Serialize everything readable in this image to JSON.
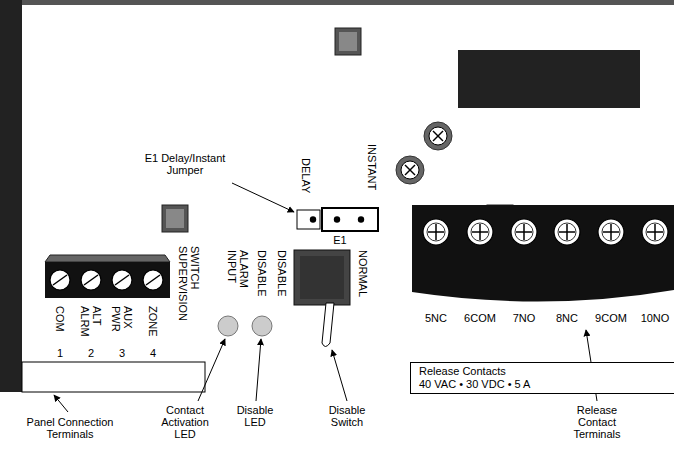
{
  "diagram": {
    "nodes": [
      {
        "text": [
          "Release Contacts",
          "40 VAC • 30 VDC • 5 A"
        ]
      }
    ],
    "labels": [
      "E1 Delay/Instant Jumper",
      "DELAY",
      "INSTANT",
      "E1",
      "COM",
      "ALT ALRM",
      "AUX PWR",
      "ZONE",
      "SWITCH SUPERVISION",
      "ALARM INPUT",
      "DISABLE",
      "DISABLE",
      "NORMAL",
      "1",
      "2",
      "3",
      "4",
      "5NC",
      "6COM",
      "7NO",
      "8NC",
      "9COM",
      "10NO",
      "Panel Connection Terminals",
      "Contact Activation LED",
      "Disable LED",
      "Disable Switch",
      "Release Contact Terminals"
    ]
  }
}
